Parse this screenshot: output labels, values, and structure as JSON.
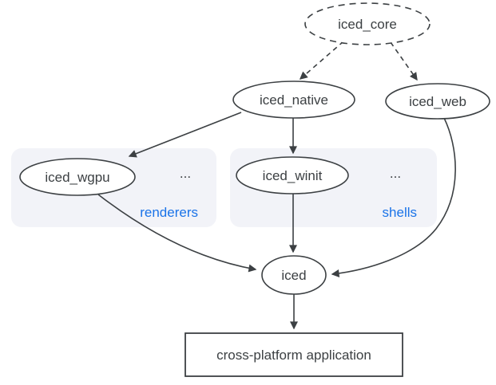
{
  "diagram": {
    "nodes": {
      "iced_core": "iced_core",
      "iced_native": "iced_native",
      "iced_web": "iced_web",
      "iced_wgpu": "iced_wgpu",
      "iced_winit": "iced_winit",
      "iced": "iced"
    },
    "groups": {
      "renderers": {
        "label": "renderers",
        "more": "..."
      },
      "shells": {
        "label": "shells",
        "more": "..."
      }
    },
    "app": {
      "label": "cross-platform application"
    },
    "edges": [
      {
        "from": "iced_core",
        "to": "iced_native",
        "style": "dashed"
      },
      {
        "from": "iced_core",
        "to": "iced_web",
        "style": "dashed"
      },
      {
        "from": "iced_native",
        "to": "iced_wgpu",
        "style": "solid"
      },
      {
        "from": "iced_native",
        "to": "iced_winit",
        "style": "solid"
      },
      {
        "from": "iced_wgpu",
        "to": "iced",
        "style": "solid"
      },
      {
        "from": "iced_winit",
        "to": "iced",
        "style": "solid"
      },
      {
        "from": "iced_web",
        "to": "iced",
        "style": "solid"
      },
      {
        "from": "iced",
        "to": "cross-platform application",
        "style": "solid"
      }
    ],
    "colors": {
      "node_border": "#3c4043",
      "node_fill": "#ffffff",
      "text": "#3c4043",
      "group_background": "#f2f3f8",
      "group_label": "#1a73e8",
      "background": "#ffffff"
    }
  }
}
